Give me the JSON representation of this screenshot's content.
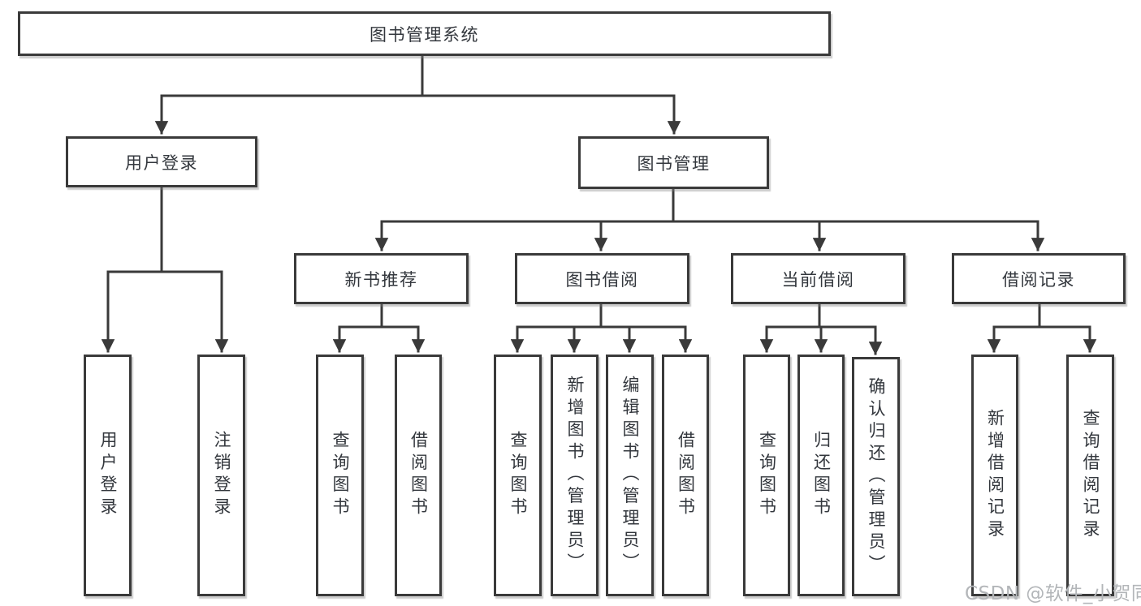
{
  "tree": {
    "root": {
      "label": "图书管理系统"
    },
    "branches": [
      {
        "label": "用户登录",
        "children": [
          {
            "label": "用户登录"
          },
          {
            "label": "注销登录"
          }
        ]
      },
      {
        "label": "图书管理",
        "groups": [
          {
            "label": "新书推荐",
            "children": [
              {
                "label": "查询图书"
              },
              {
                "label": "借阅图书"
              }
            ]
          },
          {
            "label": "图书借阅",
            "children": [
              {
                "label": "查询图书"
              },
              {
                "label": "新增图书（管理员）"
              },
              {
                "label": "编辑图书（管理员）"
              },
              {
                "label": "借阅图书"
              }
            ]
          },
          {
            "label": "当前借阅",
            "children": [
              {
                "label": "查询图书"
              },
              {
                "label": "归还图书"
              },
              {
                "label": "确认归还（管理员）"
              }
            ]
          },
          {
            "label": "借阅记录",
            "children": [
              {
                "label": "新增借阅记录"
              },
              {
                "label": "查询借阅记录"
              }
            ]
          }
        ]
      }
    ]
  },
  "watermark": {
    "text": "CSDN @软件_小贺同学"
  },
  "colors": {
    "line": "#3a3a3a",
    "text": "#33373d",
    "background": "#ffffff",
    "watermark": "#b3b6b9"
  }
}
